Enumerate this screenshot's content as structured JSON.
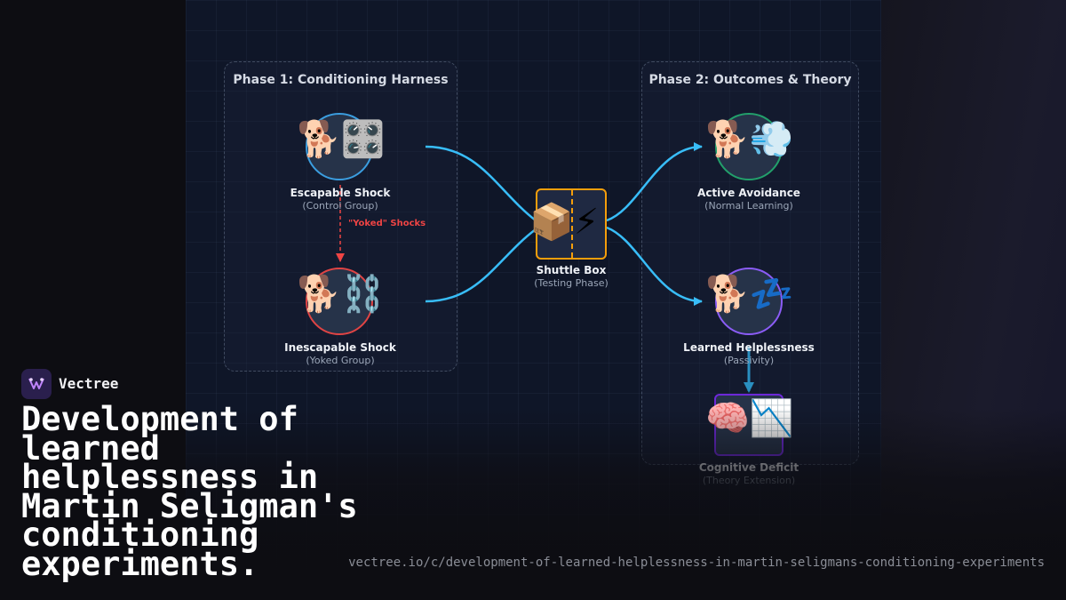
{
  "phase1": {
    "title": "Phase 1: Conditioning Harness"
  },
  "phase2": {
    "title": "Phase 2: Outcomes & Theory"
  },
  "nodes": {
    "escapable": {
      "label": "Escapable Shock",
      "sub": "(Control Group)",
      "emoji": "🐕🎛️",
      "color": "#3b9ee0"
    },
    "inescapable": {
      "label": "Inescapable Shock",
      "sub": "(Yoked Group)",
      "emoji": "🐕⛓️",
      "color": "#e04444"
    },
    "shuttle": {
      "label": "Shuttle Box",
      "sub": "(Testing Phase)",
      "emoji_left": "📦",
      "emoji_right": "⚡",
      "color": "#f59e0b"
    },
    "active": {
      "label": "Active Avoidance",
      "sub": "(Normal Learning)",
      "emoji": "🐕💨",
      "color": "#22a06b"
    },
    "helpless": {
      "label": "Learned Helplessness",
      "sub": "(Passivity)",
      "emoji": "🐕💤",
      "color": "#8b5cf6"
    },
    "cognitive": {
      "label": "Cognitive Deficit",
      "sub": "(Theory Extension)",
      "emoji": "🧠📉",
      "color": "#6d28d9"
    }
  },
  "edges": {
    "yoked_label": "\"Yoked\" Shocks",
    "arrow_color": "#38bdf8"
  },
  "brand": {
    "name": "Vectree",
    "logo_icon": "vectree-logo-icon"
  },
  "headline": "Development of learned helplessness in Martin Seligman's conditioning experiments.",
  "url": "vectree.io/c/development-of-learned-helplessness-in-martin-seligmans-conditioning-experiments"
}
